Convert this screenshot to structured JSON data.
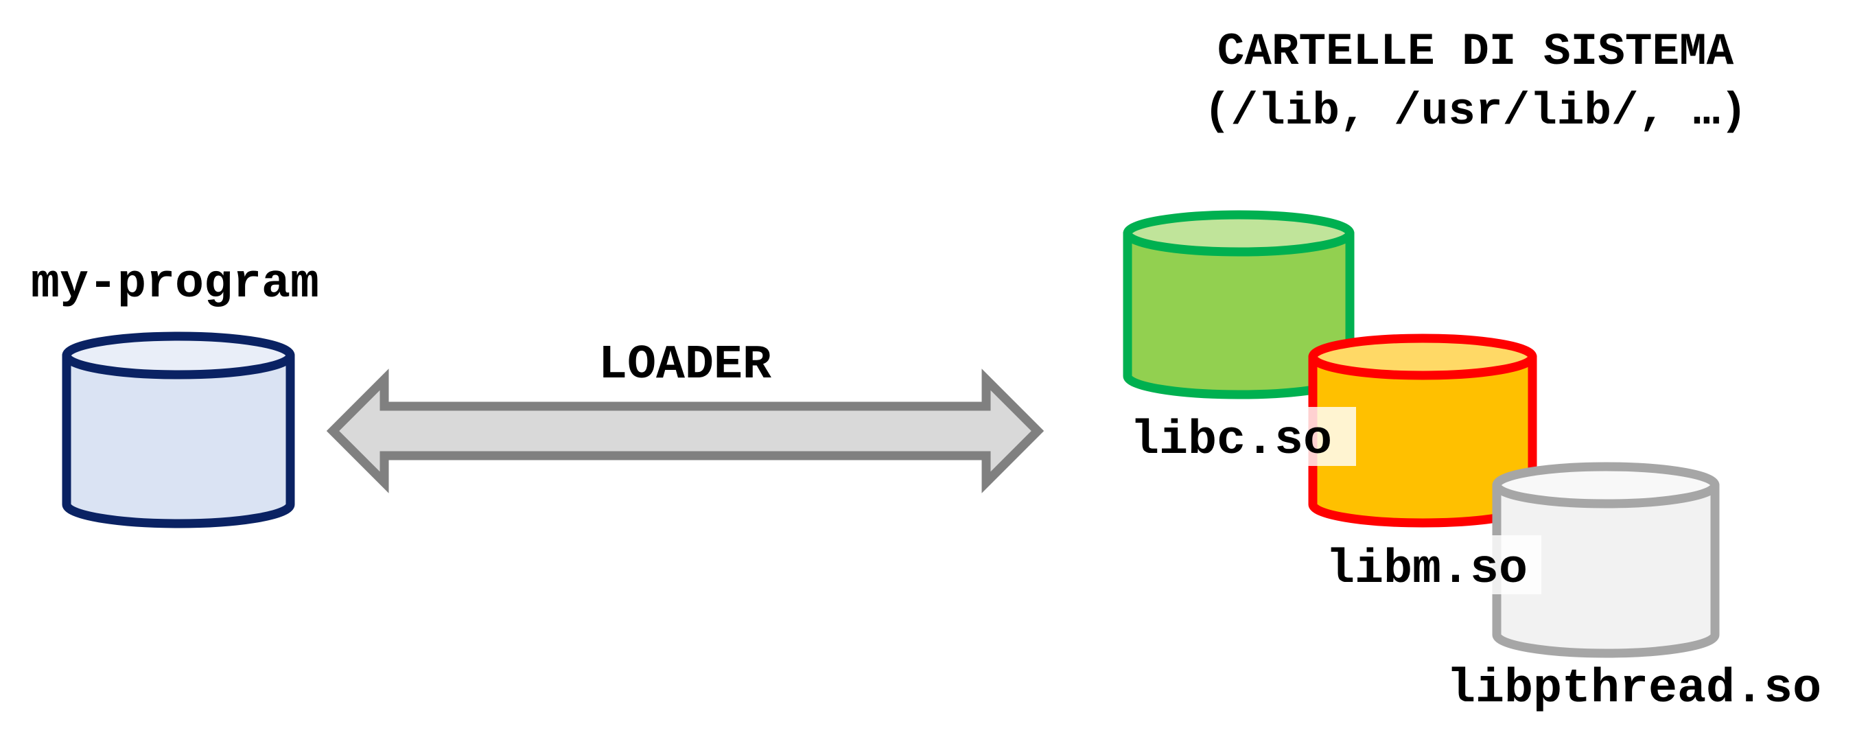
{
  "title": {
    "line1": "CARTELLE DI SISTEMA",
    "line2": "(/lib, /usr/lib/, …)"
  },
  "program": {
    "label": "my-program",
    "icon": "database-icon",
    "colors": {
      "stroke": "#0a2263",
      "body": "#dae3f3",
      "top": "#e9eef8"
    }
  },
  "loader": {
    "label": "LOADER",
    "icon": "double-arrow-icon",
    "colors": {
      "stroke": "#808080",
      "fill": "#d9d9d9"
    }
  },
  "libraries": [
    {
      "label": "libc.so",
      "icon": "database-icon",
      "colors": {
        "stroke": "#00b050",
        "body": "#92d050",
        "top": "#c0e49a"
      }
    },
    {
      "label": "libm.so",
      "icon": "database-icon",
      "colors": {
        "stroke": "#ff0000",
        "body": "#ffc000",
        "top": "#ffd966"
      }
    },
    {
      "label": "libpthread.so",
      "icon": "database-icon",
      "colors": {
        "stroke": "#a6a6a6",
        "body": "#f2f2f2",
        "top": "#f8f8f8"
      }
    }
  ]
}
